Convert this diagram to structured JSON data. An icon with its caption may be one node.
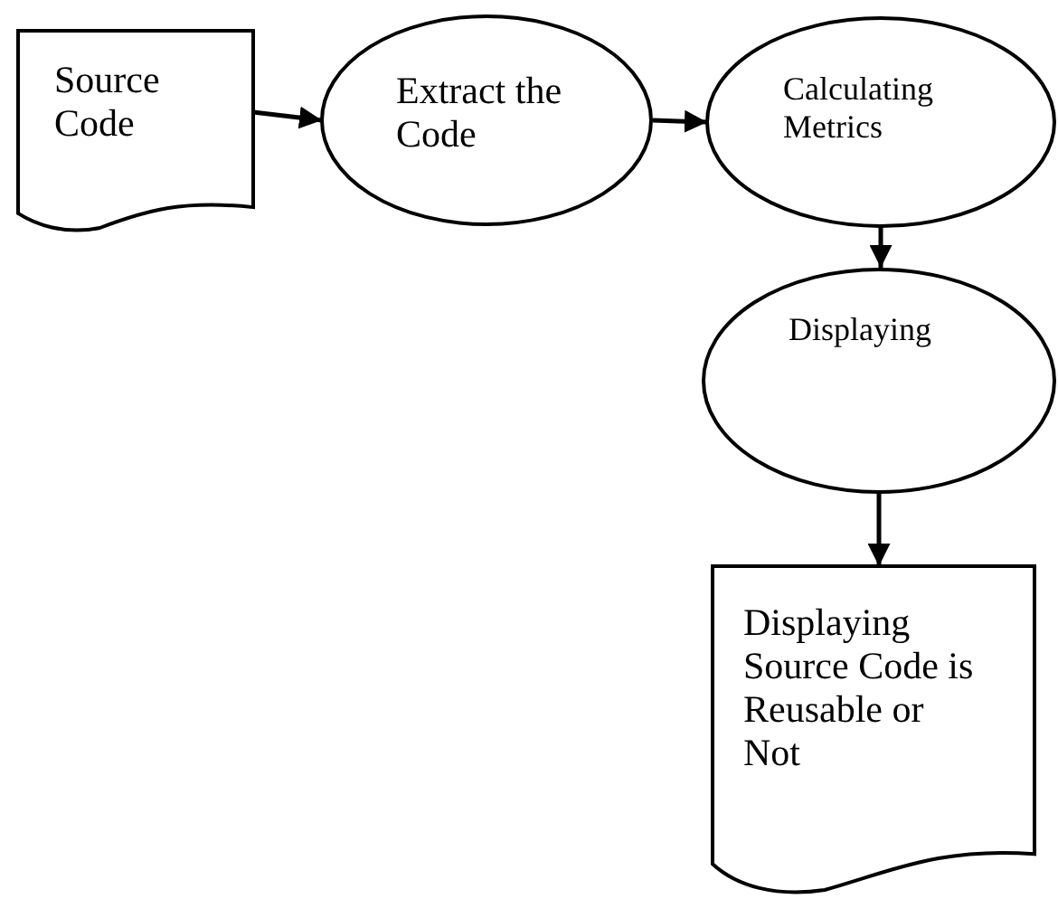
{
  "diagram": {
    "nodes": [
      {
        "text": [
          "Source Code"
        ]
      },
      {
        "text": [
          "Extract the Code"
        ]
      },
      {
        "text": [
          "Calculating Metrics"
        ]
      },
      {
        "text": [
          "Displaying"
        ]
      },
      {
        "text": [
          "Displaying Source Code is Reusable or Not"
        ]
      }
    ],
    "edges": [
      {
        "from": 0,
        "to": 1,
        "arrow": "to"
      },
      {
        "from": 1,
        "to": 2,
        "arrow": "to"
      },
      {
        "from": 2,
        "to": 3,
        "arrow": "to"
      },
      {
        "from": 3,
        "to": 4,
        "arrow": "to"
      }
    ]
  }
}
